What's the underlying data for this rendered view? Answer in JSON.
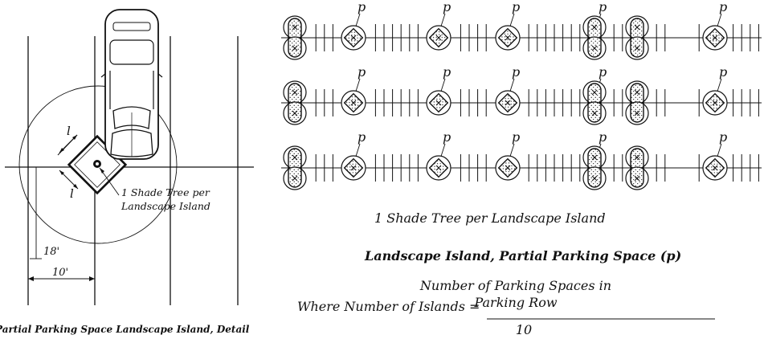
{
  "detail": {
    "dim_l": "l",
    "dim_18": "18'",
    "dim_10": "10'",
    "tree_label_line1": "1 Shade Tree per",
    "tree_label_line2": "Landscape Island",
    "caption": "Partial Parking Space Landscape Island, Detail"
  },
  "plan": {
    "p_marker": "p",
    "rows": [
      [
        "double",
        "single",
        "single",
        "single",
        "double",
        "double",
        "single"
      ],
      [
        "double",
        "single",
        "single",
        "single",
        "double",
        "double",
        "single"
      ],
      [
        "double",
        "single",
        "single",
        "single",
        "double",
        "double",
        "single"
      ]
    ]
  },
  "tree_caption": "1 Shade Tree per Landscape Island",
  "heading": "Landscape Island, Partial Parking Space (p)",
  "formula": {
    "lhs": "Where Number of Islands =",
    "numerator_line1": "Number of Parking Spaces in",
    "numerator_line2": "Parking Row",
    "denominator": "10"
  }
}
